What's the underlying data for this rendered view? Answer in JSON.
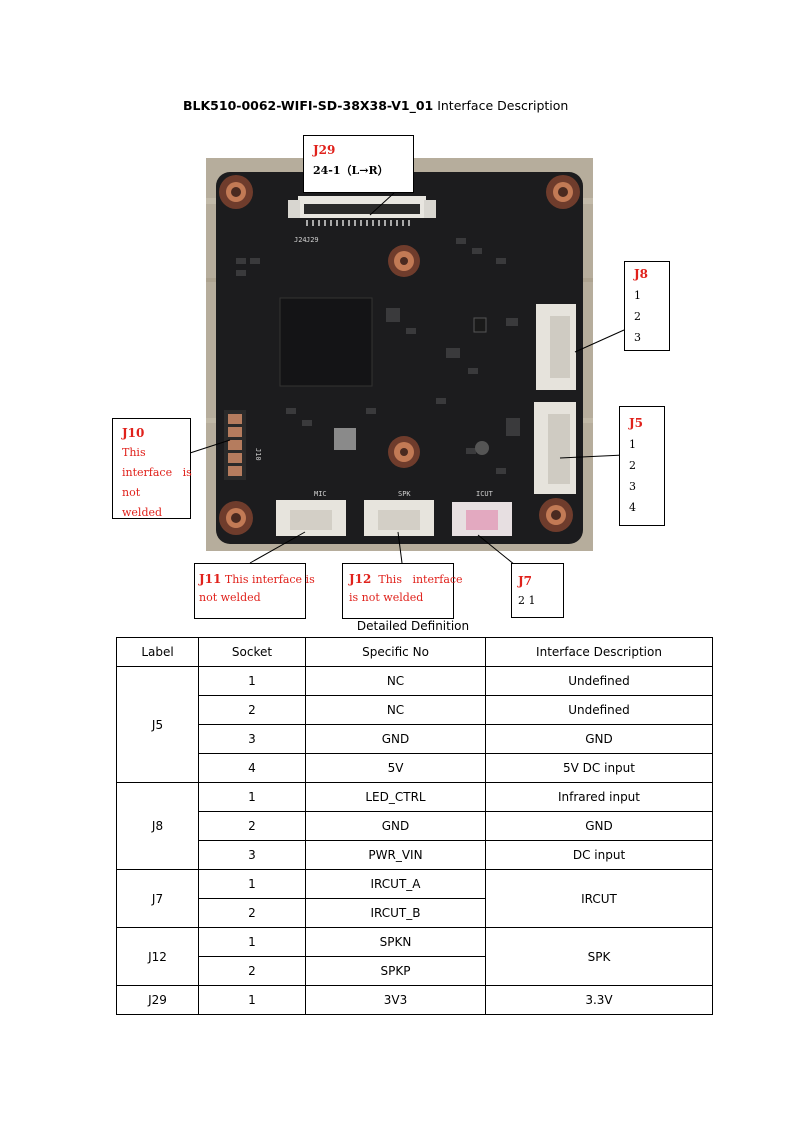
{
  "title": {
    "bold": "BLK510-0062-WIFI-SD-38X38-V1_01",
    "rest": " Interface Description"
  },
  "callouts": {
    "j29": {
      "label": "J29",
      "text": "24-1（L→R）"
    },
    "j8": {
      "label": "J8",
      "pins": [
        "1",
        "2",
        "3"
      ]
    },
    "j5": {
      "label": "J5",
      "pins": [
        "1",
        "2",
        "3",
        "4"
      ]
    },
    "j10": {
      "label": "J10",
      "text1": "This",
      "text2": "interface   is",
      "text3": "not welded"
    },
    "j11": {
      "label": "J11",
      "text1": " This interface is",
      "text2": "not welded"
    },
    "j12": {
      "label": "J12",
      "text1": "  This   interface",
      "text2": "is not welded"
    },
    "j7": {
      "label": "J7",
      "pins": "2 1"
    }
  },
  "silkscreen": {
    "j29": "J29",
    "mic": "MIC",
    "spk": "SPK",
    "icut": "ICUT",
    "j10": "J10",
    "j24": "J24"
  },
  "caption": "Detailed Definition",
  "table": {
    "headers": [
      "Label",
      "Socket",
      "Specific No",
      "Interface Description"
    ],
    "groups": [
      {
        "label": "J5",
        "rows": [
          {
            "socket": "1",
            "no": "NC",
            "desc": "Undefined"
          },
          {
            "socket": "2",
            "no": "NC",
            "desc": "Undefined"
          },
          {
            "socket": "3",
            "no": "GND",
            "desc": "GND"
          },
          {
            "socket": "4",
            "no": "5V",
            "desc": "5V DC input"
          }
        ]
      },
      {
        "label": "J8",
        "rows": [
          {
            "socket": "1",
            "no": "LED_CTRL",
            "desc": "Infrared input"
          },
          {
            "socket": "2",
            "no": "GND",
            "desc": "GND"
          },
          {
            "socket": "3",
            "no": "PWR_VIN",
            "desc": "DC input"
          }
        ]
      },
      {
        "label": "J7",
        "merged_desc": "IRCUT",
        "rows": [
          {
            "socket": "1",
            "no": "IRCUT_A"
          },
          {
            "socket": "2",
            "no": "IRCUT_B"
          }
        ]
      },
      {
        "label": "J12",
        "merged_desc": "SPK",
        "rows": [
          {
            "socket": "1",
            "no": "SPKN"
          },
          {
            "socket": "2",
            "no": "SPKP"
          }
        ]
      },
      {
        "label": "J29",
        "rows": [
          {
            "socket": "1",
            "no": "3V3",
            "desc": "3.3V"
          }
        ]
      }
    ]
  },
  "colors": {
    "callout_label": "#e0211b",
    "pcb": "#1d1d1f",
    "copper_ring": "#b8694a"
  }
}
